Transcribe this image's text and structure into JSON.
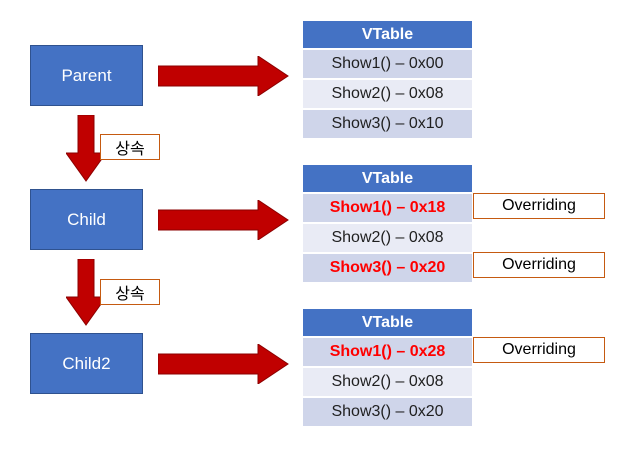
{
  "colors": {
    "node": "#4472C4",
    "arrow": "#C00000",
    "override_text": "#FF0000",
    "label_border": "#C55A11"
  },
  "nodes": [
    {
      "label": "Parent"
    },
    {
      "label": "Child"
    },
    {
      "label": "Child2"
    }
  ],
  "inherit_labels": [
    "상속",
    "상속"
  ],
  "vtables": [
    {
      "header": "VTable",
      "rows": [
        {
          "text": "Show1() – 0x00",
          "overridden": false
        },
        {
          "text": "Show2() – 0x08",
          "overridden": false
        },
        {
          "text": "Show3() – 0x10",
          "overridden": false
        }
      ]
    },
    {
      "header": "VTable",
      "rows": [
        {
          "text": "Show1() – 0x18",
          "overridden": true
        },
        {
          "text": "Show2() – 0x08",
          "overridden": false
        },
        {
          "text": "Show3() – 0x20",
          "overridden": true
        }
      ]
    },
    {
      "header": "VTable",
      "rows": [
        {
          "text": "Show1() – 0x28",
          "overridden": true
        },
        {
          "text": "Show2() – 0x08",
          "overridden": false
        },
        {
          "text": "Show3() – 0x20",
          "overridden": false
        }
      ]
    }
  ],
  "override_labels": [
    "Overriding",
    "Overriding",
    "Overriding"
  ]
}
